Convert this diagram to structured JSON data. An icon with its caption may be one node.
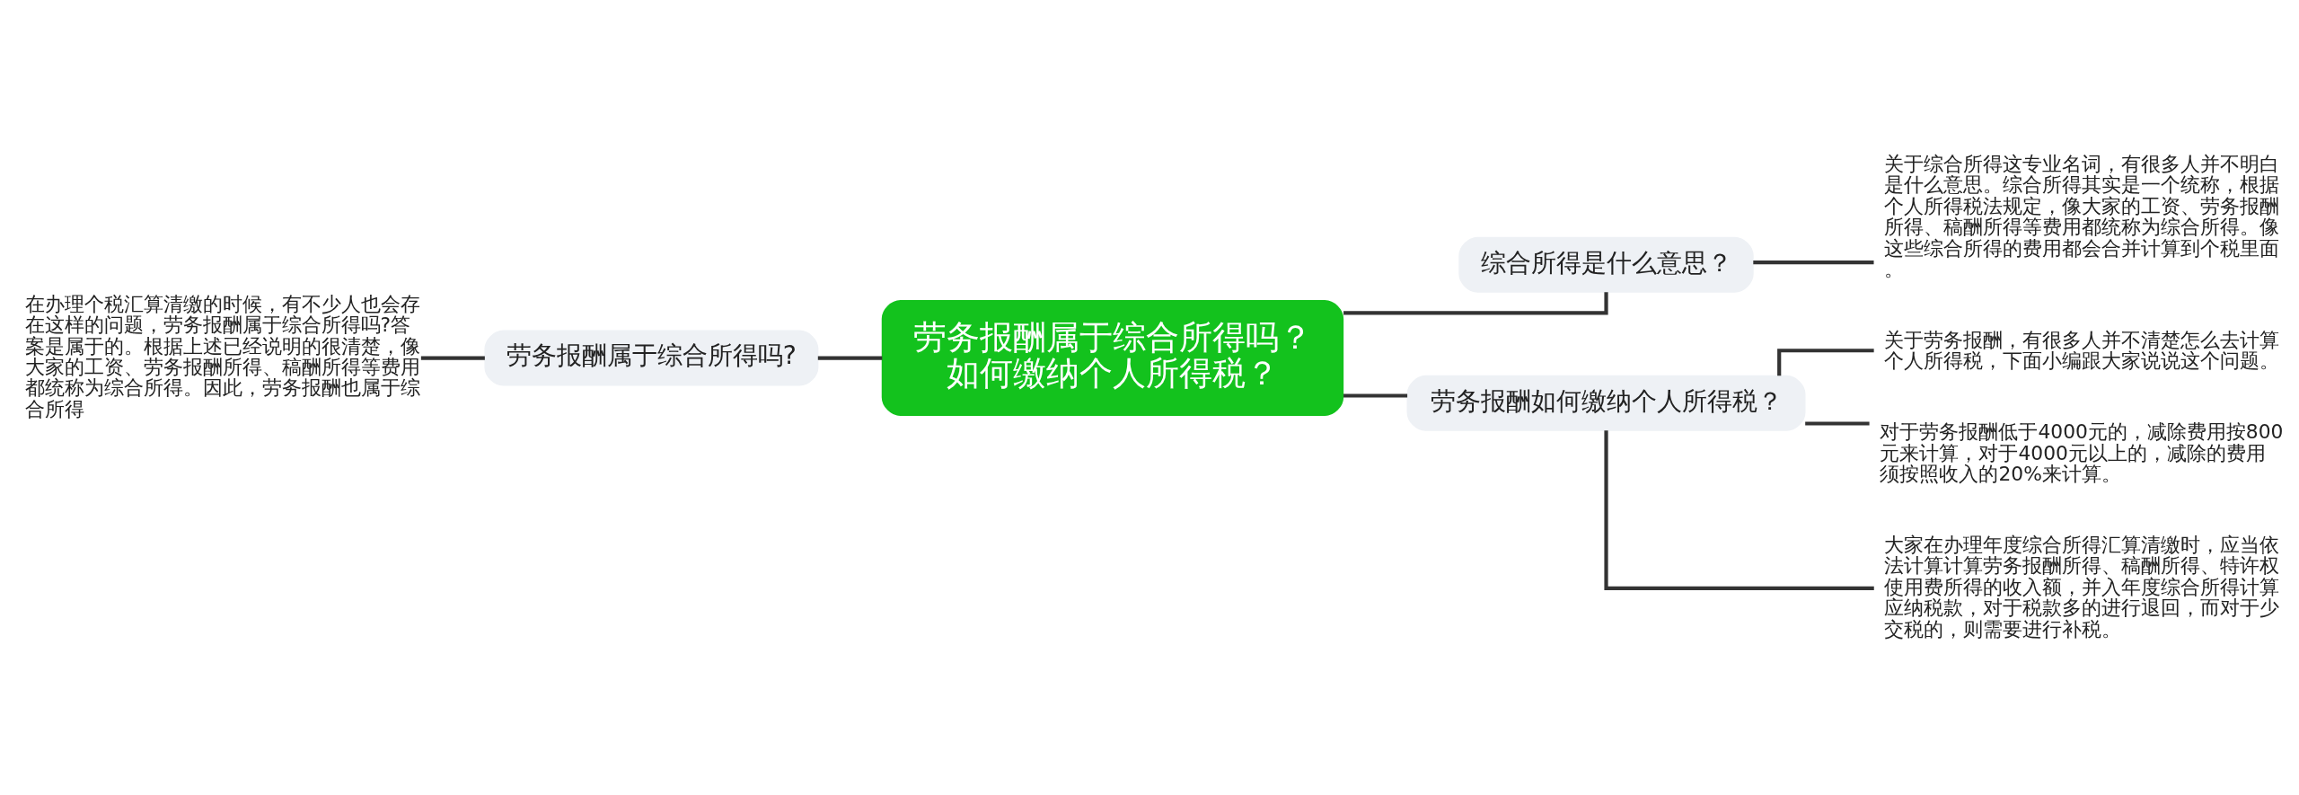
{
  "diagram": {
    "nodes": [
      {
        "text": [
          "劳务报酬属于综合所得吗？如何缴纳个人所得税？"
        ]
      },
      {
        "text": [
          "劳务报酬属于综合所得吗?"
        ]
      },
      {
        "text": [
          "在办理个税汇算清缴的时候，有不少人也会存在这样的问题，劳务报酬属于综合所得吗?答案是属于的。根据上述已经说明的很清楚，像大家的工资、劳务报酬所得、稿酬所得等费用都统称为综合所得。因此，劳务报酬也属于综合所得"
        ]
      },
      {
        "text": [
          "综合所得是什么意思？"
        ]
      },
      {
        "text": [
          "关于综合所得这专业名词，有很多人并不明白是什么意思。综合所得其实是一个统称，根据个人所得税法规定，像大家的工资、劳务报酬所得、稿酬所得等费用都统称为综合所得。像这些综合所得的费用都会合并计算到个税里面。"
        ]
      },
      {
        "text": [
          "劳务报酬如何缴纳个人所得税？"
        ]
      },
      {
        "text": [
          "关于劳务报酬，有很多人并不清楚怎么去计算个人所得税，下面小编跟大家说说这个问题。"
        ]
      },
      {
        "text": [
          "对于劳务报酬低于4000元的，减除费用按800元来计算，对于4000元以上的，减除的费用须按照收入的20%来计算。"
        ]
      },
      {
        "text": [
          "大家在办理年度综合所得汇算清缴时，应当依法计算计算劳务报酬所得、稿酬所得、特许权使用费所得的收入额，并入年度综合所得计算应纳税款，对于税款多的进行退回，而对于少交税的，则需要进行补税。"
        ]
      }
    ],
    "edges": [
      {
        "from": 0,
        "to": 1,
        "arrow": "none"
      },
      {
        "from": 1,
        "to": 2,
        "arrow": "none"
      },
      {
        "from": 0,
        "to": 3,
        "arrow": "none"
      },
      {
        "from": 3,
        "to": 4,
        "arrow": "none"
      },
      {
        "from": 0,
        "to": 5,
        "arrow": "none"
      },
      {
        "from": 5,
        "to": 6,
        "arrow": "none"
      },
      {
        "from": 5,
        "to": 7,
        "arrow": "none"
      },
      {
        "from": 5,
        "to": 8,
        "arrow": "none"
      }
    ]
  }
}
